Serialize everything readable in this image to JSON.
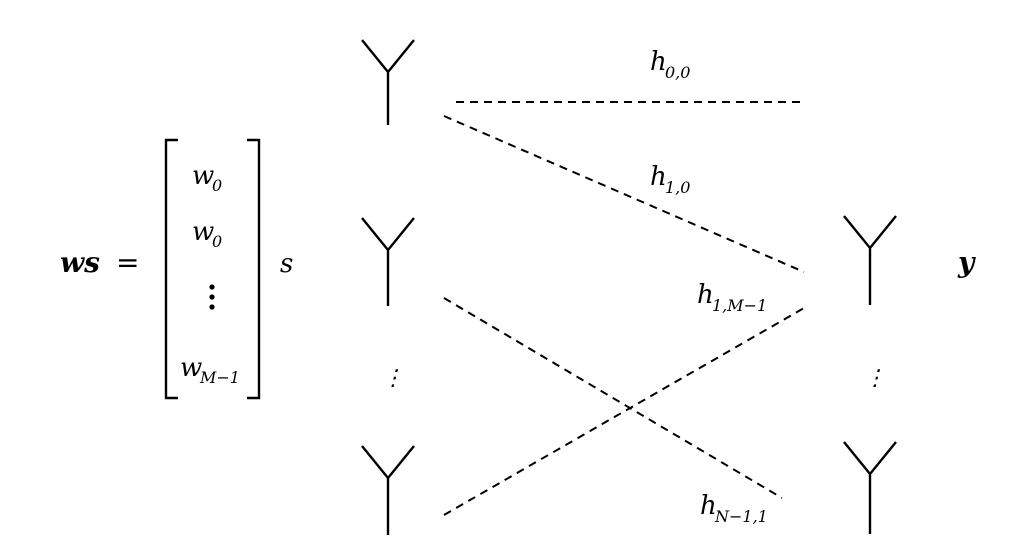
{
  "equation": {
    "lhs_bold": "ws",
    "equals": "=",
    "vector_entries": [
      {
        "base": "w",
        "sub": "0"
      },
      {
        "base": "w",
        "sub": "0"
      },
      {
        "base": "⋮",
        "sub": ""
      },
      {
        "base": "w",
        "sub": "M−1"
      }
    ],
    "scalar": "s"
  },
  "receiver_label": "y",
  "channel_labels": [
    {
      "base": "h",
      "sub": "0,0"
    },
    {
      "base": "h",
      "sub": "1,0"
    },
    {
      "base": "h",
      "sub": "1,M−1"
    },
    {
      "base": "h",
      "sub": "N−1,1"
    }
  ],
  "tx_antennas": [
    "antenna-0",
    "antenna-1",
    "antenna-M-1"
  ],
  "rx_antennas": [
    "antenna-0",
    "antenna-N-1"
  ],
  "ellipsis": "⋮"
}
